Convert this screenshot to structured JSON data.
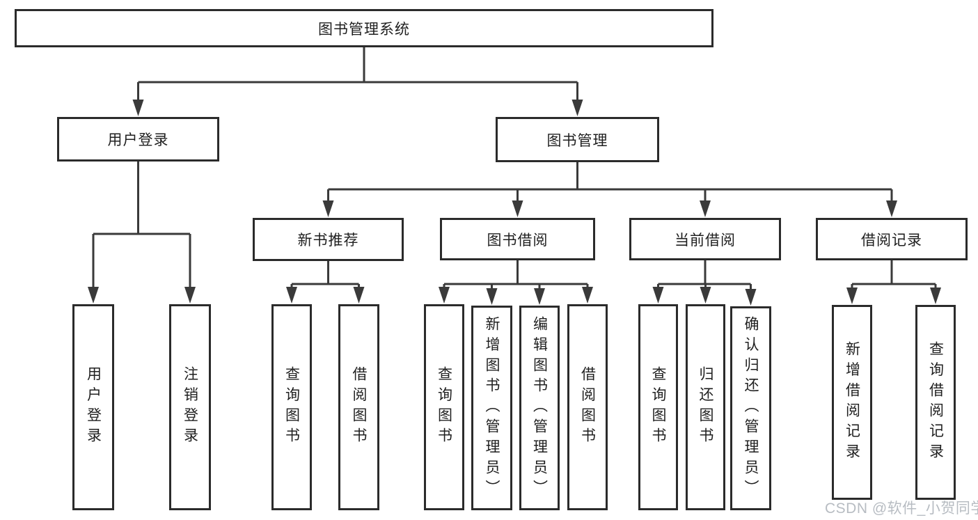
{
  "diagram": {
    "title": "图书管理系统",
    "nodes": {
      "root": "图书管理系统",
      "level2": [
        "用户登录",
        "图书管理"
      ],
      "level3": [
        "新书推荐",
        "图书借阅",
        "当前借阅",
        "借阅记录"
      ],
      "leaves_user": [
        "用户登录",
        "注销登录"
      ],
      "leaves_newbook": [
        "查询图书",
        "借阅图书"
      ],
      "leaves_borrow": [
        "查询图书",
        "新增图书（管理员）",
        "编辑图书（管理员）",
        "借阅图书"
      ],
      "leaves_current": [
        "查询图书",
        "归还图书",
        "确认归还（管理员）"
      ],
      "leaves_records": [
        "新增借阅记录",
        "查询借阅记录"
      ]
    },
    "colors": {
      "line": "#3a3a3a",
      "border": "#2b2b2b",
      "text": "#1f1f1f",
      "watermark": "#b7bcc2",
      "background": "#ffffff"
    },
    "watermark": "CSDN @软件_小贺同学"
  }
}
